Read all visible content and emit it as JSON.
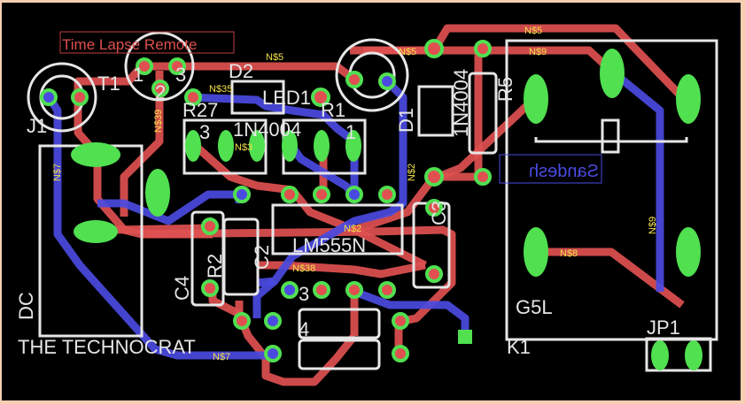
{
  "board": {
    "title_label": "Time Lapse Remote",
    "signature": "THE TECHNOCRAT",
    "mirrored_bottom_label": "Sandesh",
    "colors": {
      "background": "#000000",
      "top_copper": "#e05050",
      "bottom_copper": "#4a4ae0",
      "pads": "#50e050",
      "silkscreen": "#e6e6e6",
      "net_names": "#f2e04a",
      "frame": "#f6cfb2"
    }
  },
  "components": {
    "t1": "T1",
    "j1": "J1",
    "d2": "D2",
    "led1": "LED1",
    "r1": "R1",
    "r27": "R27",
    "d2_value": "1N4004",
    "d1": "D1",
    "d1_value": "1N4004",
    "r5": "R5",
    "c3": "C3",
    "ic": "LM555N",
    "c4": "C4",
    "r2": "R2",
    "c2": "C2",
    "dc": "DC",
    "relay_value": "G5L",
    "relay": "K1",
    "jp1": "JP1",
    "pin_1": "1",
    "pin_2": "2",
    "pin_3": "3",
    "pin_4": "4"
  },
  "nets": [
    "N$5",
    "N$9",
    "N$35",
    "N$39",
    "N$7",
    "N$2",
    "N$38",
    "N$3",
    "N$8"
  ]
}
